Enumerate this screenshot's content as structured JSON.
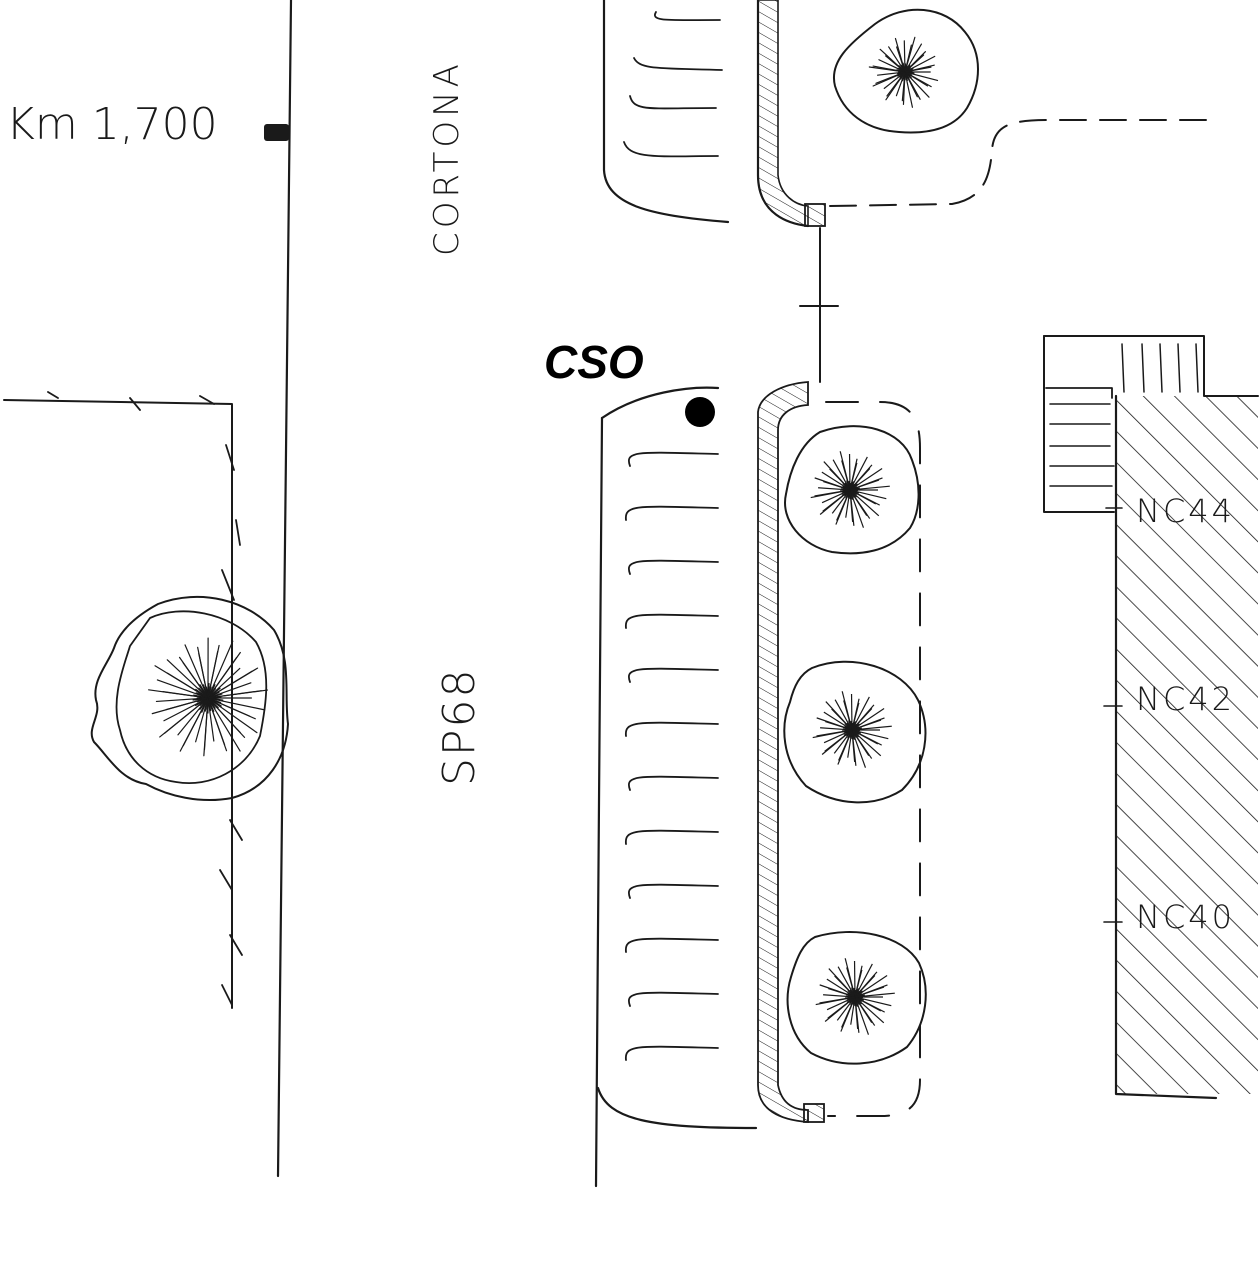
{
  "labels": {
    "km": "Km 1,700",
    "street_north": "CORTONA",
    "street_main": "SP68",
    "marker": "CSO",
    "house_numbers": [
      "NC44",
      "NC42",
      "NC40"
    ]
  },
  "colors": {
    "ink": "#1a1a1a",
    "paper": "#ffffff",
    "marker": "#000000"
  }
}
